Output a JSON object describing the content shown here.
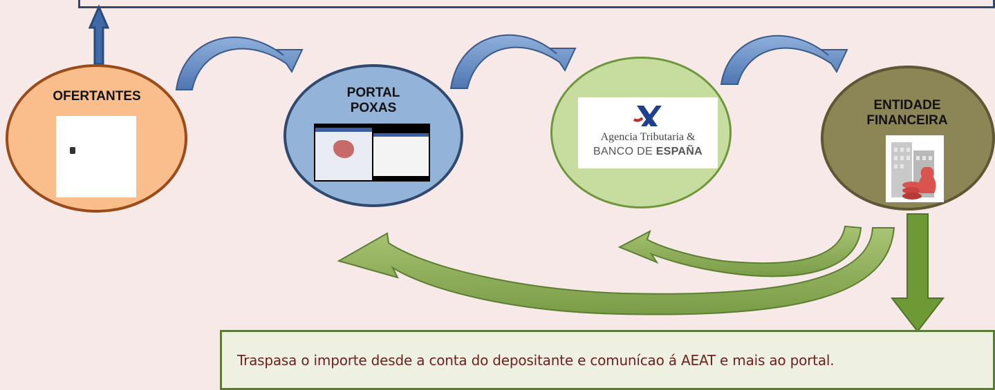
{
  "nodes": {
    "ofertantes": {
      "label": "OFERTANTES",
      "fill": "#f9be8b",
      "stroke": "#9a4b18"
    },
    "portal": {
      "label_line1": "PORTAL",
      "label_line2": "POXAS",
      "fill": "#93b3d9",
      "stroke": "#2f4a6e"
    },
    "agencia": {
      "logo_line1": "Agencia Tributaria &",
      "logo_line2_a": "BANCO DE ",
      "logo_line2_b": "ESPAÑA",
      "fill": "#c6dd9f",
      "stroke": "#6e963c"
    },
    "entidade": {
      "label_line1": "ENTIDADE",
      "label_line2": "FINANCEIRA",
      "fill": "#8c8556",
      "stroke": "#5d5733"
    }
  },
  "note": {
    "text": "Traspasa o importe desde a conta do depositante e comunícao á AEAT e mais ao portal."
  },
  "colors": {
    "background": "#f6e9e8",
    "blue_arrow": "#5c84c0",
    "green_arrow": "#86a94e",
    "note_border": "#5a7a35",
    "note_text": "#6b1f1f"
  }
}
